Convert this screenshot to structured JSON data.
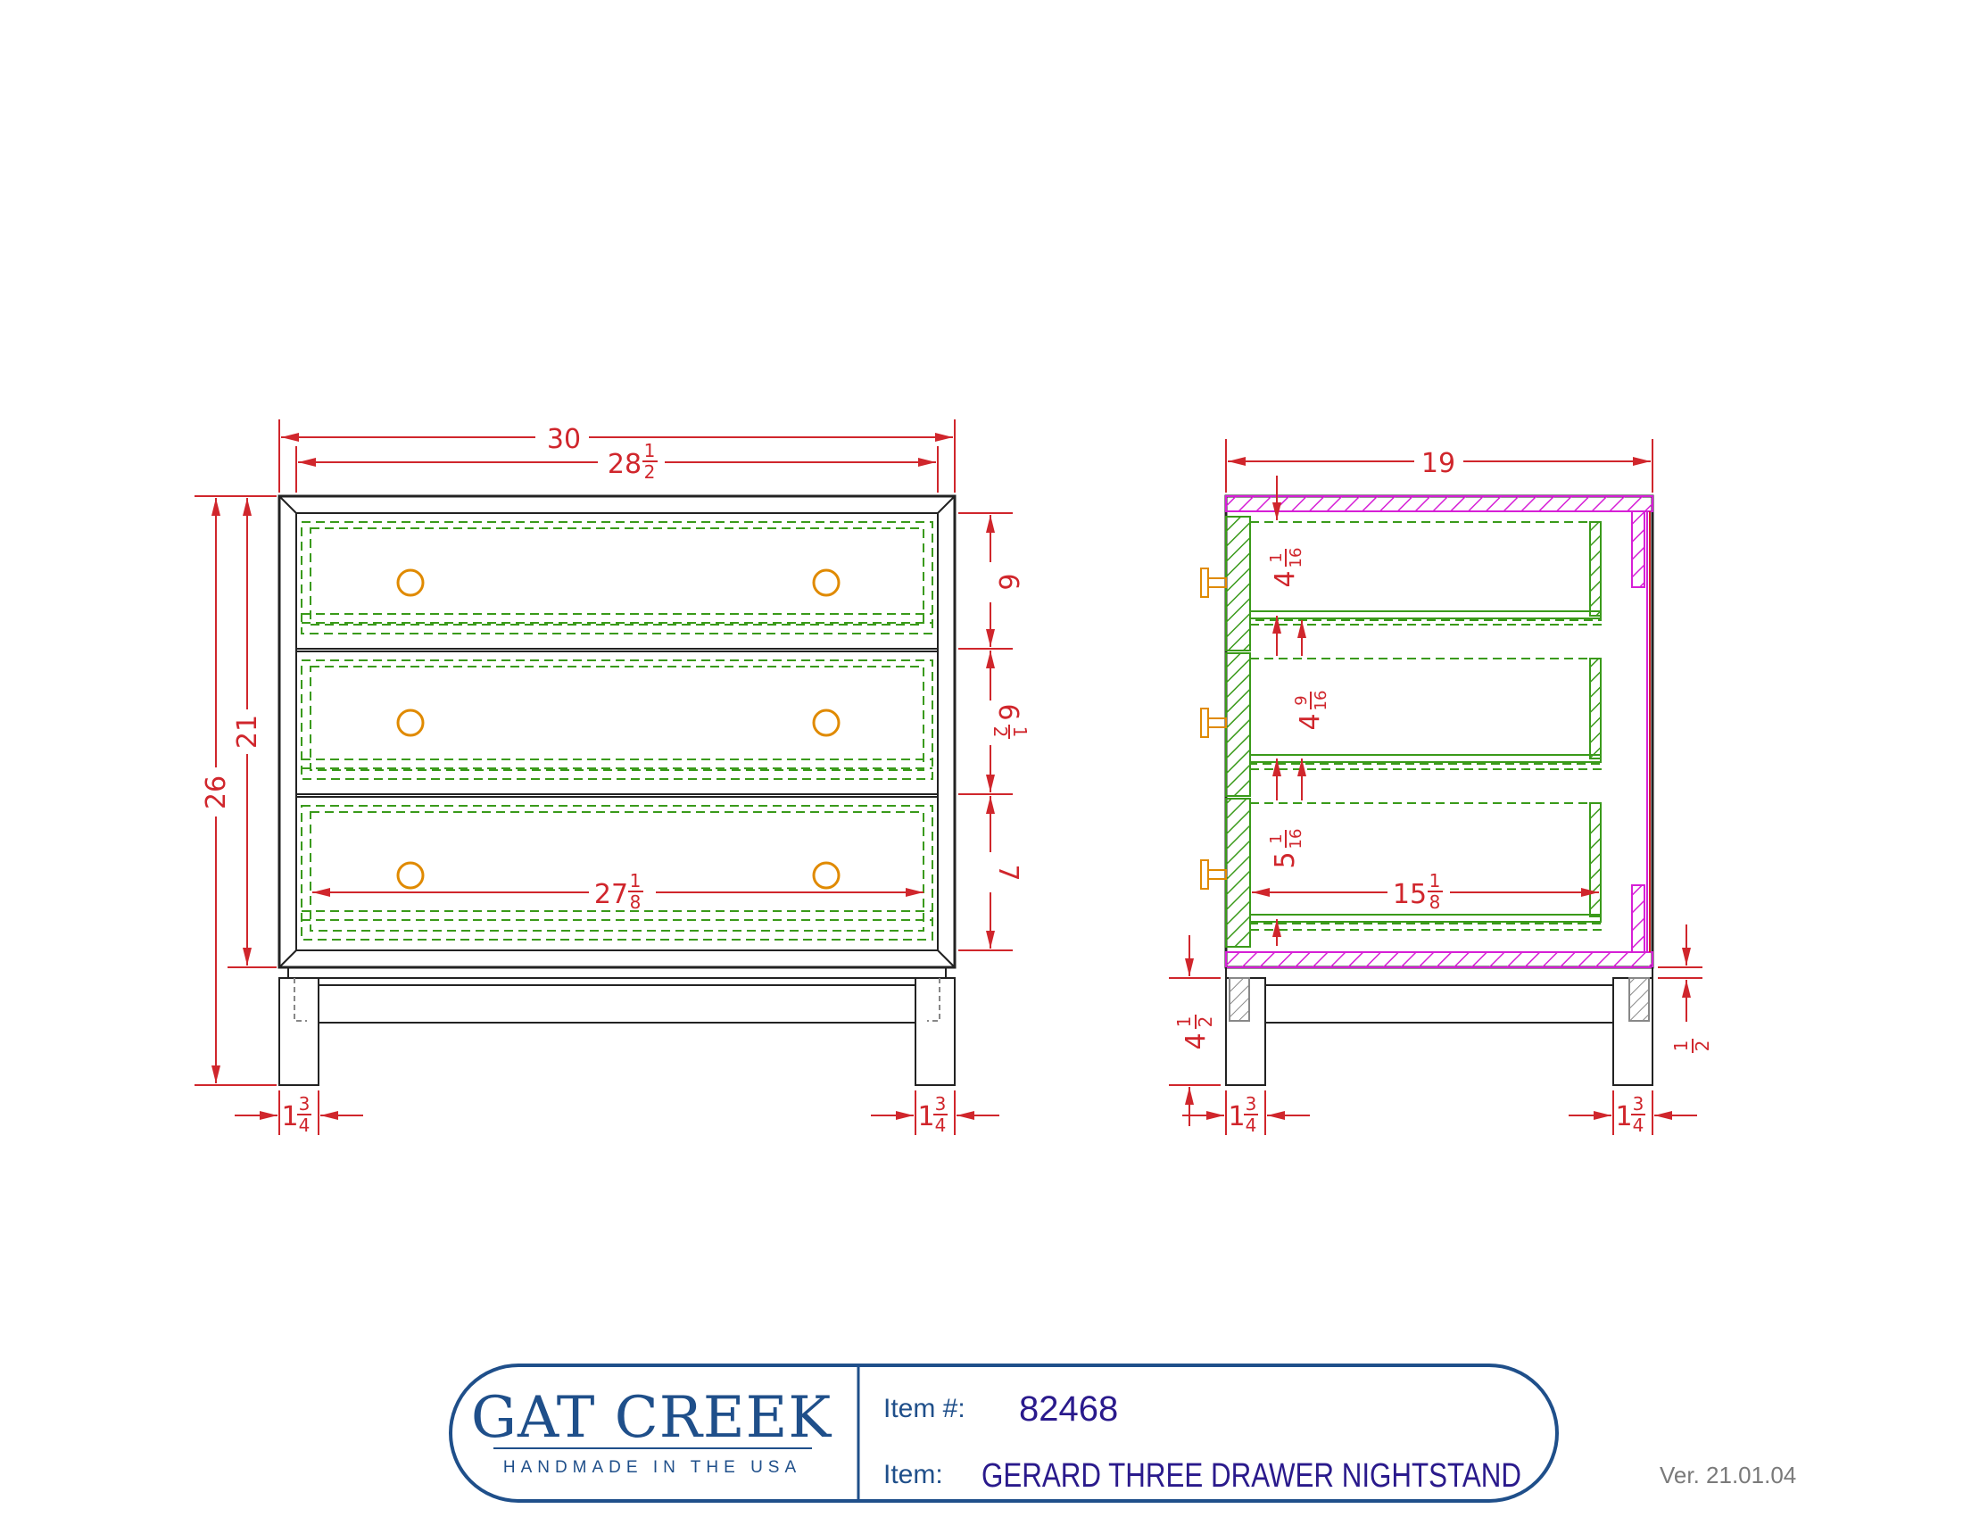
{
  "drawing": {
    "front_dimensions": {
      "overall_width": "30",
      "top_width_whole": "28",
      "top_width_frac_num": "1",
      "top_width_frac_den": "2",
      "overall_height": "26",
      "case_height": "21",
      "drawer1_height": "6",
      "drawer2_height_whole": "6",
      "drawer2_height_frac_num": "1",
      "drawer2_height_frac_den": "2",
      "drawer3_height": "7",
      "drawer_width_whole": "27",
      "drawer_width_frac_num": "1",
      "drawer_width_frac_den": "8",
      "leg_left_whole": "1",
      "leg_left_frac_num": "3",
      "leg_left_frac_den": "4",
      "leg_right_whole": "1",
      "leg_right_frac_num": "3",
      "leg_right_frac_den": "4"
    },
    "side_dimensions": {
      "overall_depth": "19",
      "box1_height_whole": "4",
      "box1_height_frac_num": "1",
      "box1_height_frac_den": "16",
      "box2_height_whole": "4",
      "box2_height_frac_num": "9",
      "box2_height_frac_den": "16",
      "box3_height_whole": "5",
      "box3_height_frac_num": "1",
      "box3_height_frac_den": "16",
      "box_depth_whole": "15",
      "box_depth_frac_num": "1",
      "box_depth_frac_den": "8",
      "leg_height_whole": "4",
      "leg_height_frac_num": "1",
      "leg_height_frac_den": "2",
      "stretcher_frac_num": "1",
      "stretcher_frac_den": "2",
      "leg_front_whole": "1",
      "leg_front_frac_num": "3",
      "leg_front_frac_den": "4",
      "leg_back_whole": "1",
      "leg_back_frac_num": "3",
      "leg_back_frac_den": "4"
    },
    "colors": {
      "dimension": "#d0262c",
      "outline": "#222222",
      "drawer_box": "#3a9a1a",
      "hardware": "#e08a00",
      "case_section": "#d61fd6",
      "title_block": "#1f4f8a"
    }
  },
  "title_block": {
    "brand_name": "GAT CREEK",
    "brand_tagline": "HANDMADE IN THE USA",
    "item_number_label": "Item #:",
    "item_number": "82468",
    "item_name_label": "Item:",
    "item_name": "GERARD THREE DRAWER NIGHTSTAND",
    "version": "Ver. 21.01.04"
  }
}
